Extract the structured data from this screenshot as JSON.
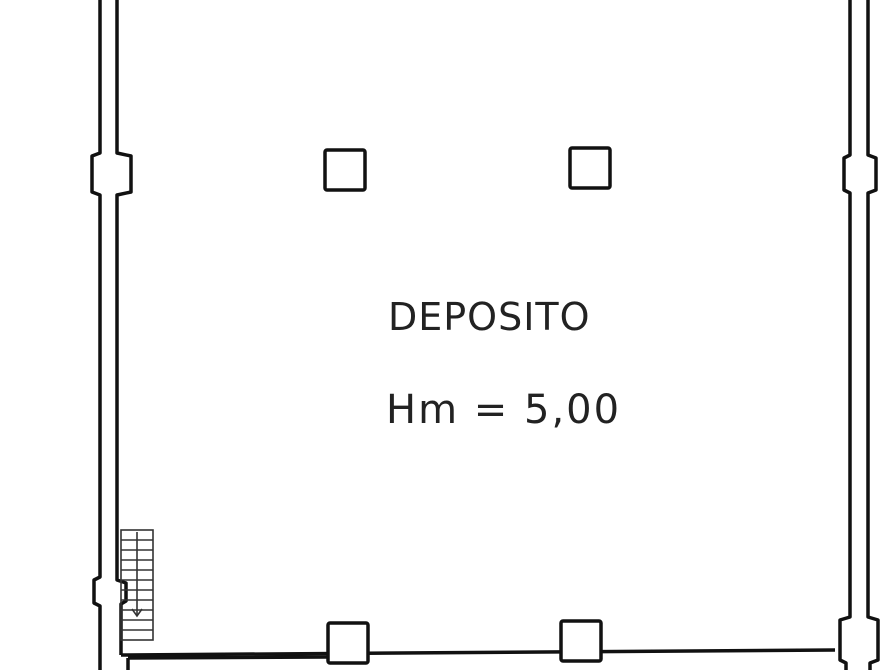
{
  "drawing": {
    "type": "floor-plan",
    "room": {
      "name": "DEPOSITO",
      "height_label": "Hm = 5,00"
    },
    "elements": {
      "interior_columns": 2,
      "perimeter_columns": 6,
      "stair": {
        "direction": "down",
        "position": "bottom-left"
      }
    },
    "colors": {
      "line": "#111111",
      "background": "#ffffff"
    }
  }
}
